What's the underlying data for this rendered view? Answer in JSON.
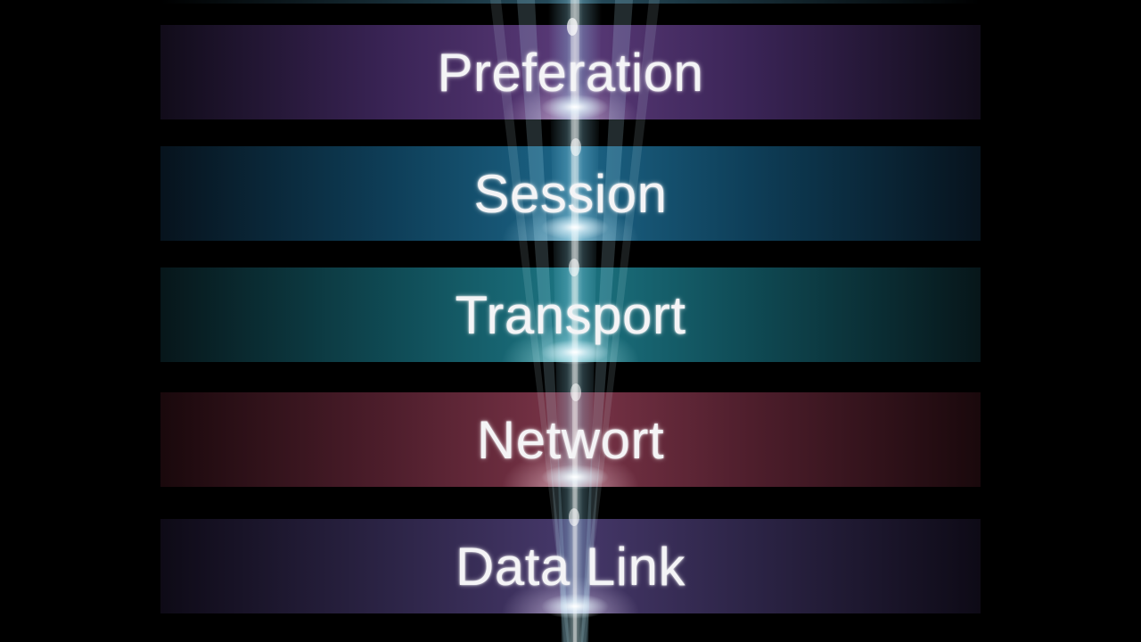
{
  "layers": [
    {
      "label": "Preferation"
    },
    {
      "label": "Session"
    },
    {
      "label": "Transport"
    },
    {
      "label": "Networt"
    },
    {
      "label": "Data Link"
    }
  ]
}
